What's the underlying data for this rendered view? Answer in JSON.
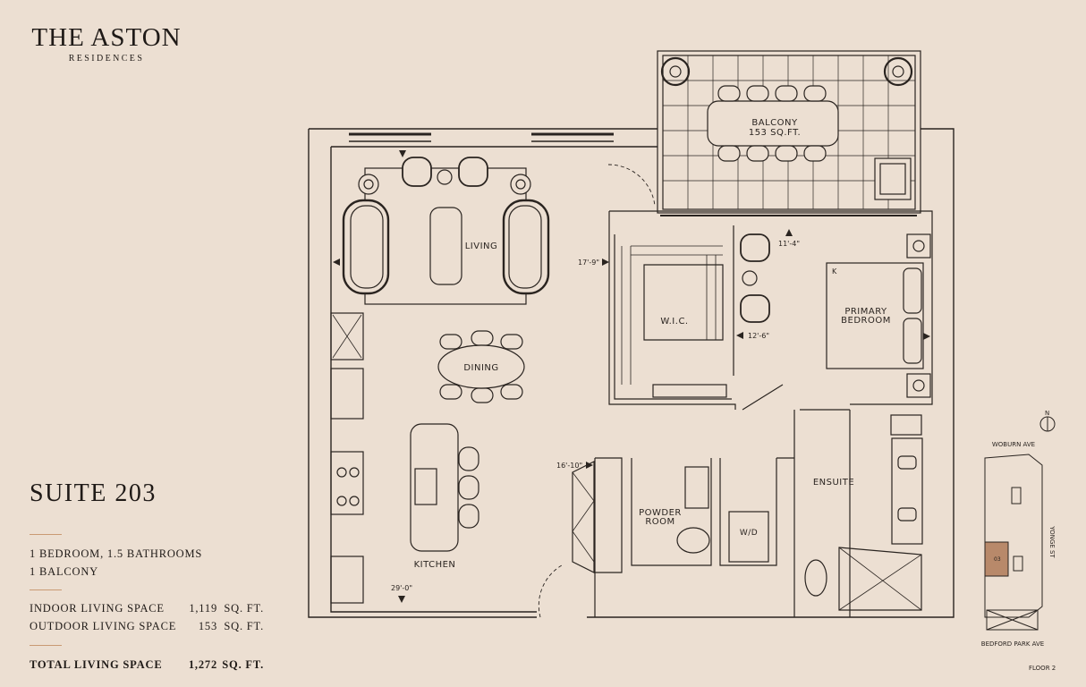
{
  "brand": {
    "title": "THE ASTON",
    "subtitle": "RESIDENCES"
  },
  "suite": {
    "name": "SUITE 203",
    "line1": "1 BEDROOM, 1.5 BATHROOMS",
    "line2": "1 BALCONY"
  },
  "areas": {
    "indoor": {
      "label": "INDOOR LIVING SPACE",
      "value": "1,119",
      "unit": "SQ. FT."
    },
    "outdoor": {
      "label": "OUTDOOR LIVING SPACE",
      "value": "153",
      "unit": "SQ. FT."
    },
    "total": {
      "label": "TOTAL LIVING SPACE",
      "value": "1,272",
      "unit": "SQ. FT."
    }
  },
  "rooms": {
    "balcony": "BALCONY",
    "balcony_area": "153 SQ.FT.",
    "living": "LIVING",
    "dining": "DINING",
    "kitchen": "KITCHEN",
    "wic": "W.I.C.",
    "primary1": "PRIMARY",
    "primary2": "BEDROOM",
    "bed_tag": "K",
    "powder1": "POWDER",
    "powder2": "ROOM",
    "wd": "W/D",
    "ensuite": "ENSUITE"
  },
  "dimensions": {
    "d1": "17'-9\"",
    "d2": "11'-4\"",
    "d3": "12'-6\"",
    "d4": "16'-10\"",
    "d5": "29'-0\""
  },
  "keyplan": {
    "north": "N",
    "street_top": "WOBURN AVE",
    "street_right": "YONGE ST",
    "street_bottom": "BEDFORD PARK AVE",
    "unit": "03",
    "floor": "FLOOR 2"
  },
  "colors": {
    "background": "#ecdfd2",
    "accent": "#c99a73",
    "highlight_unit": "#b8896a",
    "line": "#2a2420"
  }
}
